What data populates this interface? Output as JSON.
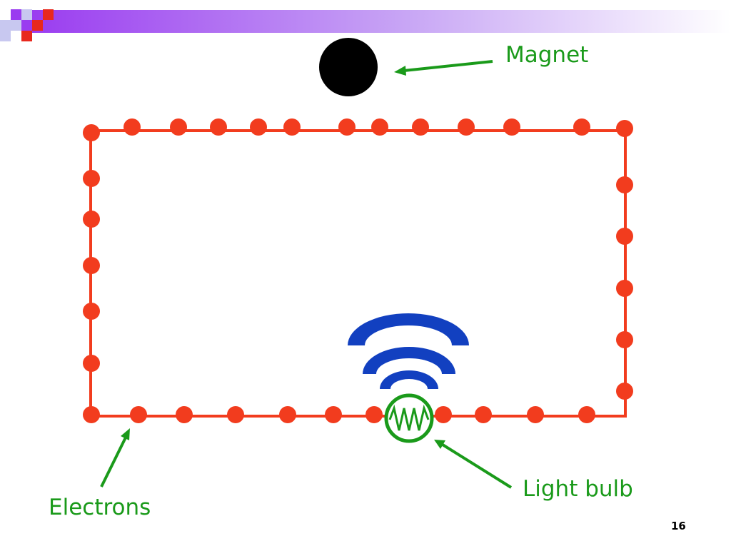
{
  "labels": {
    "magnet": "Magnet",
    "light_bulb": "Light bulb",
    "electrons": "Electrons"
  },
  "page_number": "16",
  "colors": {
    "wire": "#f23c1e",
    "electron": "#f23c1e",
    "magnet": "#000000",
    "label": "#1a9a1a",
    "arrow": "#1a9a1a",
    "bulb": "#1a9a1a",
    "light_waves": "#1240c0",
    "header_gradient_start": "#9a3cf0",
    "header_gradient_end": "#ffffff",
    "corner_purple": "#9a3cf0",
    "corner_red": "#e8281e",
    "corner_light": "#c8c8f0"
  },
  "icons": {
    "magnet": "filled-circle",
    "light_bulb": "circle-with-zigzag-filament",
    "electron": "filled-dot",
    "light_waves": "arc-waves",
    "corner_decoration": "checker-squares"
  }
}
